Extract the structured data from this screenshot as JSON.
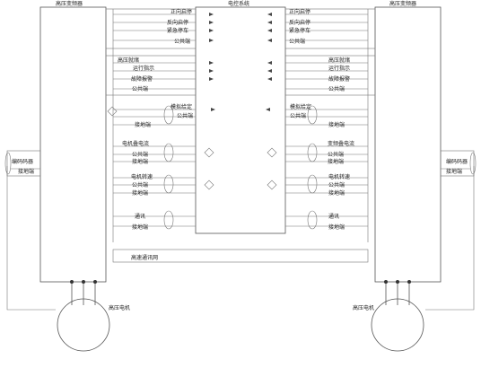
{
  "titles": {
    "left_vfd": "高压变频器",
    "center": "电控系统",
    "right_vfd": "高压变频器"
  },
  "control_signals": [
    "正向启停",
    "反向启停",
    "紧急停车",
    "公共端"
  ],
  "status_signals": [
    "高压就绪",
    "运行指示",
    "故障报警",
    "公共端"
  ],
  "analog_setting": [
    "模拟给定",
    "公共端",
    "接地端"
  ],
  "load_balance": {
    "left": [
      "电机叠电流",
      "公共端",
      "接地端"
    ],
    "right": [
      "变频叠电流",
      "公共端",
      "接地端"
    ]
  },
  "motor_speed": [
    "电机转速",
    "公共端",
    "接地端"
  ],
  "communication": [
    "通讯",
    "接地端"
  ],
  "bus_label": "高速通讯网",
  "encoder": [
    "编码码器",
    "接地端"
  ],
  "motor_label": "高压电机"
}
